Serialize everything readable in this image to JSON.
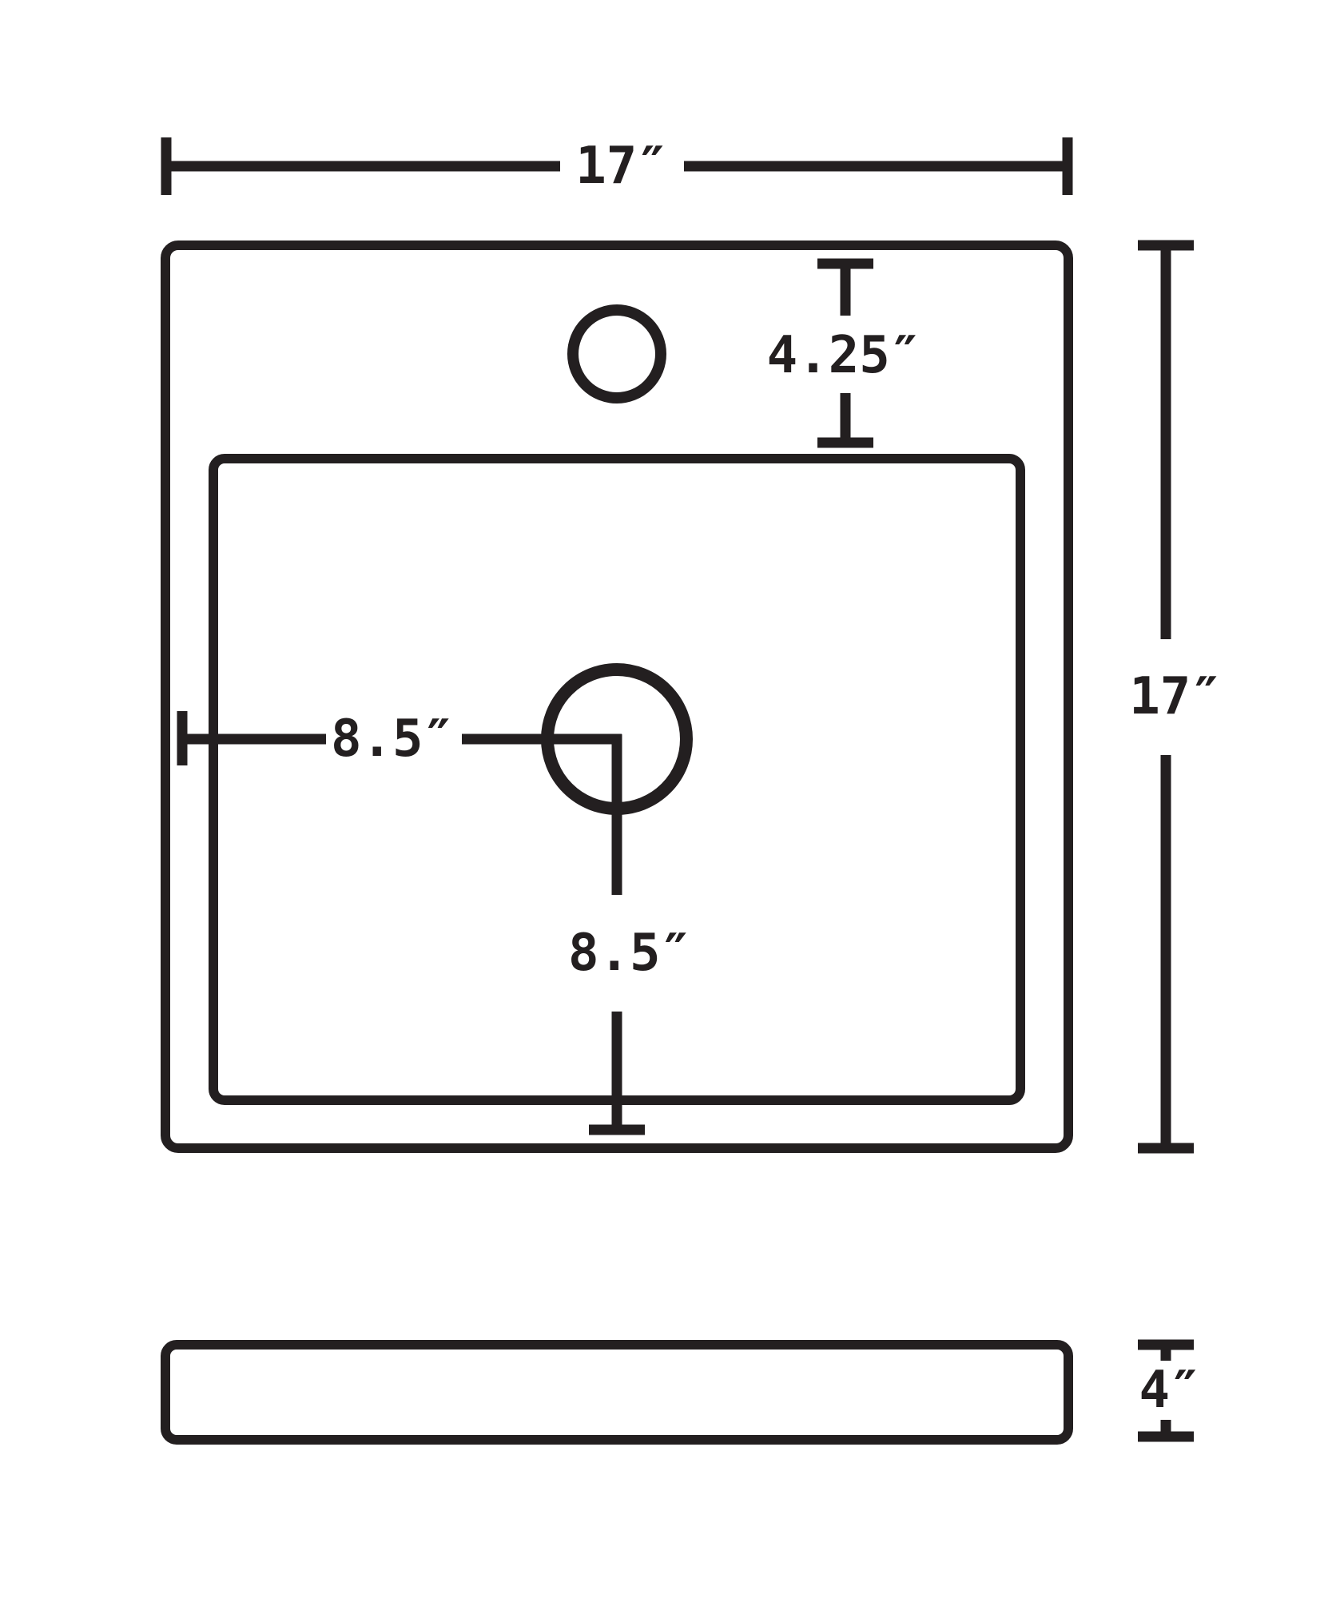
{
  "diagram": {
    "kind": "sink-dimension-drawing",
    "views": {
      "top_view": "top-view",
      "side_view": "side-view"
    },
    "ink_color": "#231f20",
    "background_color": "#ffffff",
    "units": "inches",
    "labels": {
      "top_width": "17″",
      "right_height": "17″",
      "faucet_offset": "4.25″",
      "drain_from_left": "8.5″",
      "drain_from_bottom": "8.5″",
      "side_height": "4″"
    },
    "values": {
      "top_width_in": 17,
      "right_height_in": 17,
      "faucet_offset_in": 4.25,
      "drain_from_left_in": 8.5,
      "drain_from_bottom_in": 8.5,
      "side_height_in": 4
    }
  }
}
